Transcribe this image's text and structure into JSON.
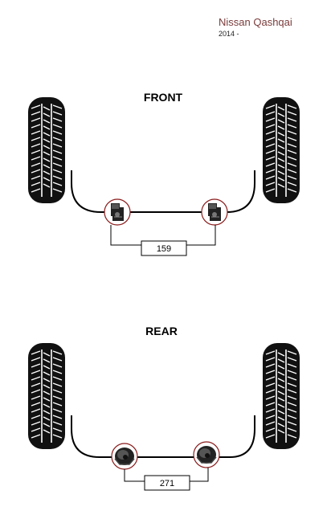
{
  "header": {
    "title": "Nissan Qashqai",
    "subtitle": "2014 -"
  },
  "front": {
    "label": "FRONT",
    "part_number": "159"
  },
  "rear": {
    "label": "REAR",
    "part_number": "271"
  },
  "icons": [
    "tyre-icon",
    "anti-roll-bar-bush-icon"
  ]
}
